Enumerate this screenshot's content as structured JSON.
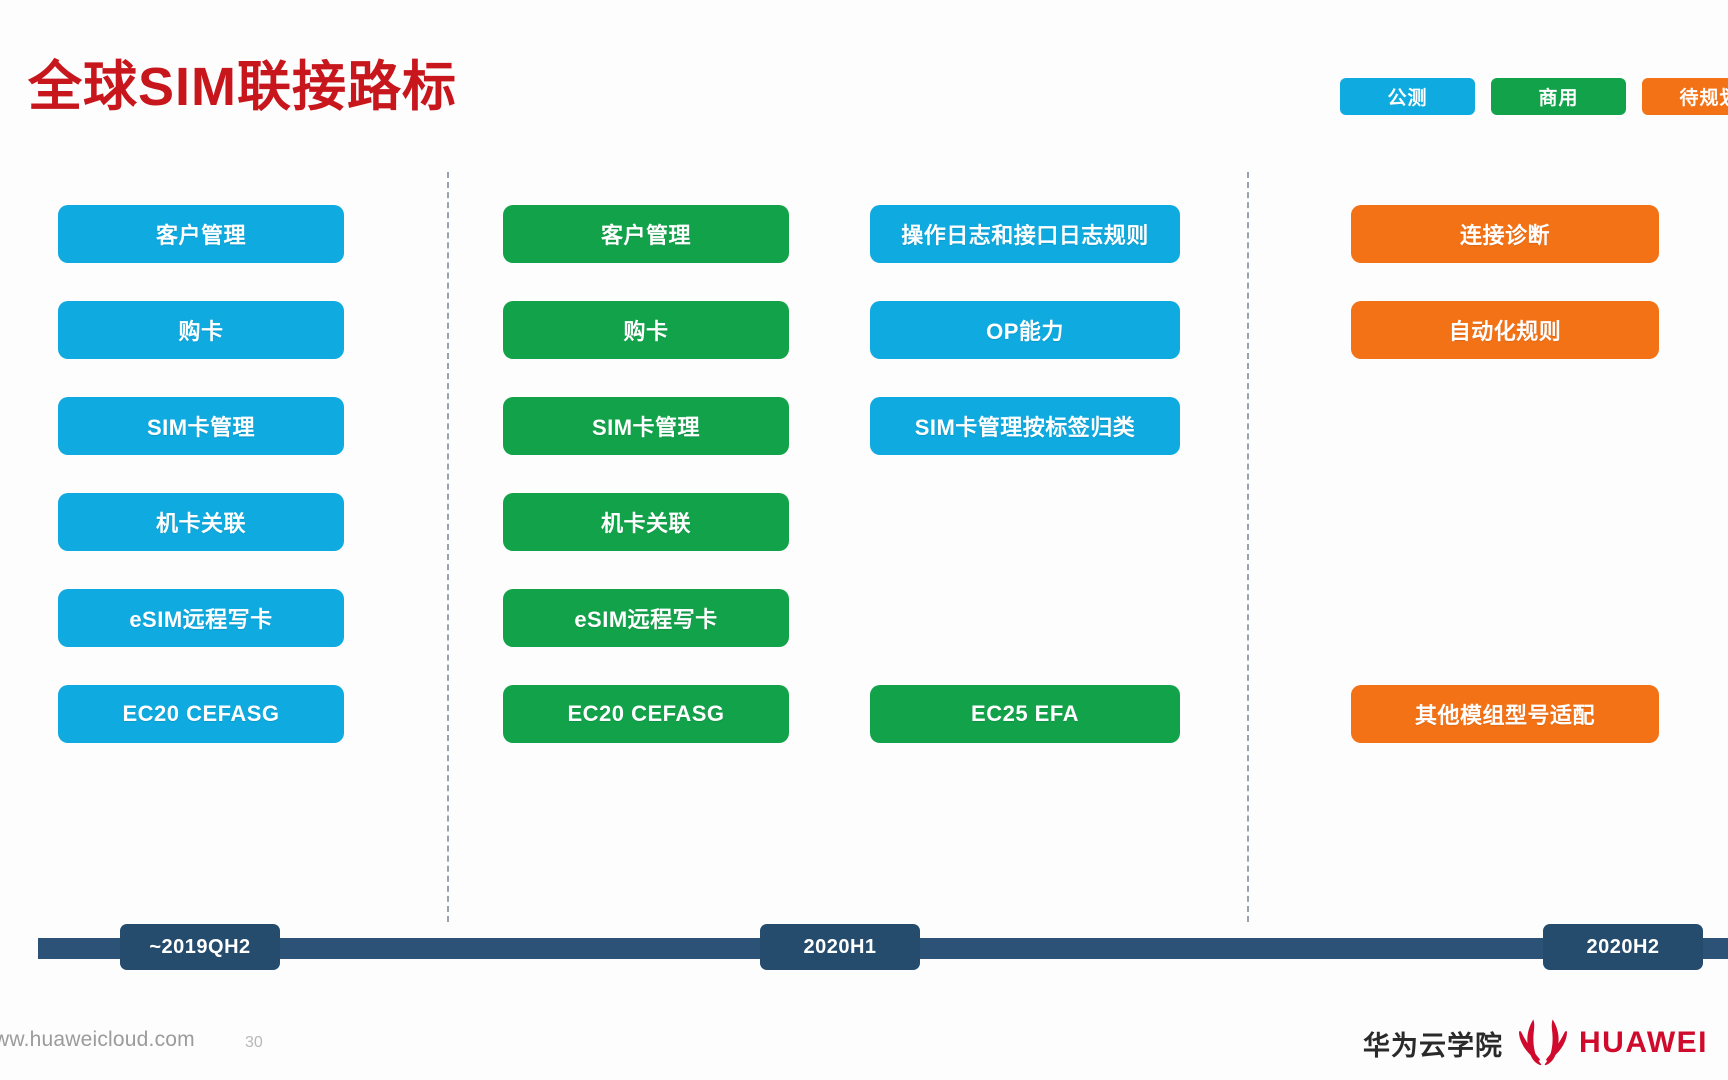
{
  "slide": {
    "title": "全球SIM联接路标",
    "title_color": "#c8161d"
  },
  "legend": {
    "items": [
      {
        "label": "公测",
        "color": "#0eaae0",
        "status": "beta"
      },
      {
        "label": "商用",
        "color": "#12a34a",
        "status": "commercial"
      },
      {
        "label": "待规划",
        "color": "#f47216",
        "status": "planned"
      }
    ]
  },
  "columns": [
    {
      "id": "col-1",
      "cells": [
        {
          "label": "客户管理",
          "color": "#0eaae0",
          "status": "beta"
        },
        {
          "label": "购卡",
          "color": "#0eaae0",
          "status": "beta"
        },
        {
          "label": "SIM卡管理",
          "color": "#0eaae0",
          "status": "beta"
        },
        {
          "label": "机卡关联",
          "color": "#0eaae0",
          "status": "beta"
        },
        {
          "label": "eSIM远程写卡",
          "color": "#0eaae0",
          "status": "beta"
        },
        {
          "label": "EC20 CEFASG",
          "color": "#0eaae0",
          "status": "beta"
        }
      ]
    },
    {
      "id": "col-2",
      "cells": [
        {
          "label": "客户管理",
          "color": "#12a34a",
          "status": "commercial"
        },
        {
          "label": "购卡",
          "color": "#12a34a",
          "status": "commercial"
        },
        {
          "label": "SIM卡管理",
          "color": "#12a34a",
          "status": "commercial"
        },
        {
          "label": "机卡关联",
          "color": "#12a34a",
          "status": "commercial"
        },
        {
          "label": "eSIM远程写卡",
          "color": "#12a34a",
          "status": "commercial"
        },
        {
          "label": "EC20 CEFASG",
          "color": "#12a34a",
          "status": "commercial"
        }
      ]
    },
    {
      "id": "col-3",
      "cells": [
        {
          "label": "操作日志和接口日志规则",
          "color": "#0eaae0",
          "status": "beta"
        },
        {
          "label": "OP能力",
          "color": "#0eaae0",
          "status": "beta"
        },
        {
          "label": "SIM卡管理按标签归类",
          "color": "#0eaae0",
          "status": "beta"
        },
        {
          "label": "",
          "color": "",
          "status": "empty"
        },
        {
          "label": "",
          "color": "",
          "status": "empty"
        },
        {
          "label": "EC25 EFA",
          "color": "#12a34a",
          "status": "commercial"
        }
      ]
    },
    {
      "id": "col-4",
      "cells": [
        {
          "label": "连接诊断",
          "color": "#f47216",
          "status": "planned"
        },
        {
          "label": "自动化规则",
          "color": "#f47216",
          "status": "planned"
        },
        {
          "label": "",
          "color": "",
          "status": "empty"
        },
        {
          "label": "",
          "color": "",
          "status": "empty"
        },
        {
          "label": "",
          "color": "",
          "status": "empty"
        },
        {
          "label": "其他模组型号适配",
          "color": "#f47216",
          "status": "planned"
        }
      ]
    }
  ],
  "timeline": {
    "bar_color": "#2c5377",
    "milestones": [
      {
        "label": "~2019QH2"
      },
      {
        "label": "2020H1"
      },
      {
        "label": "2020H2"
      }
    ]
  },
  "footer": {
    "url": "ww.huaweicloud.com",
    "page": "30",
    "brand_cn": "华为云学院",
    "brand_en": "HUAWEI",
    "brand_color": "#cf0a2c"
  }
}
